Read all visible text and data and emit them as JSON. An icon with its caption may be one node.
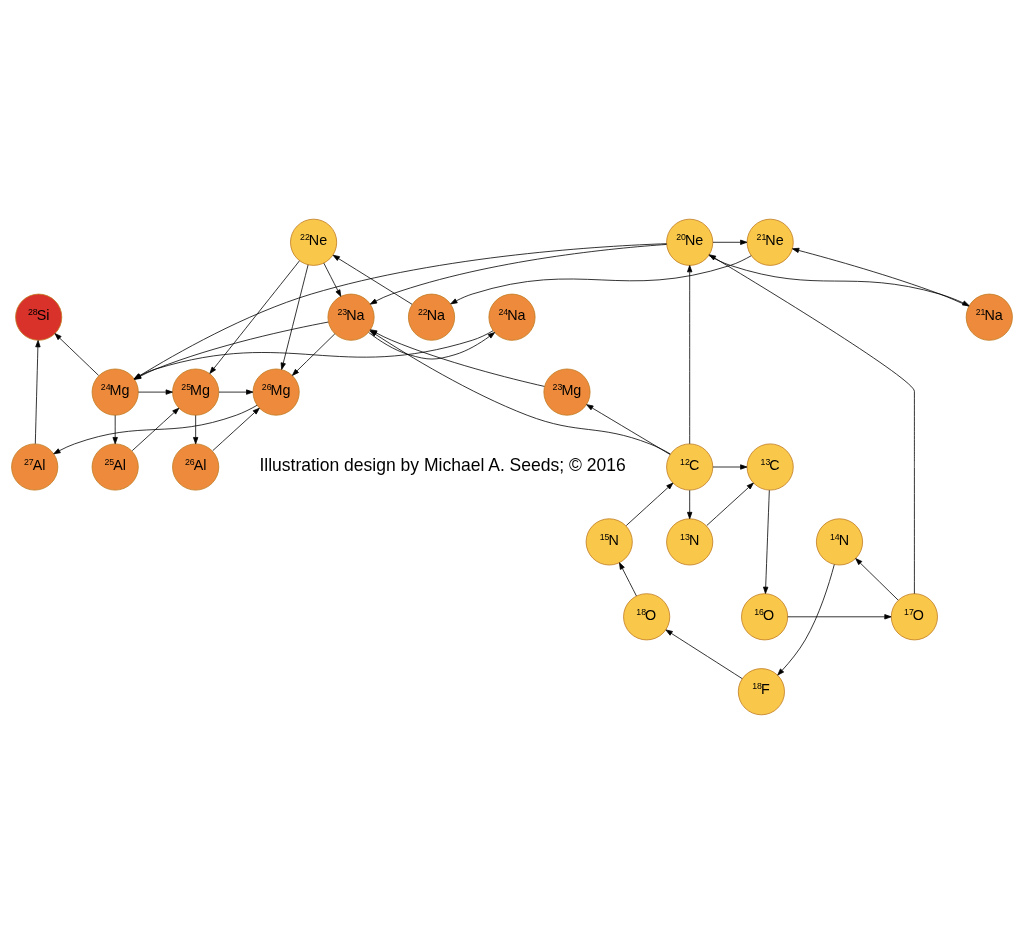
{
  "diagram": {
    "nodes": [
      {
        "text": [
          "$^{28}$Si"
        ]
      },
      {
        "text": [
          "$^{25}$Al"
        ]
      },
      {
        "text": [
          "$^{26}$Al"
        ]
      },
      {
        "text": [
          "$^{27}$Al"
        ]
      },
      {
        "text": [
          "$^{23}$Mg"
        ]
      },
      {
        "text": [
          "$^{24}$Mg"
        ]
      },
      {
        "text": [
          "$^{25}$Mg"
        ]
      },
      {
        "text": [
          "$^{26}$Mg"
        ]
      },
      {
        "text": [
          "$^{21}$Na"
        ]
      },
      {
        "text": [
          "$^{22}$Na"
        ]
      },
      {
        "text": [
          "$^{23}$Na"
        ]
      },
      {
        "text": [
          "$^{24}$Na"
        ]
      },
      {
        "text": [
          "$^{20}$Ne"
        ]
      },
      {
        "text": [
          "$^{21}$Ne"
        ]
      },
      {
        "text": [
          "$^{22}$Ne"
        ]
      },
      {
        "text": [
          "$^{18}$F"
        ]
      },
      {
        "text": [
          "$^{16}$O"
        ]
      },
      {
        "text": [
          "$^{17}$O"
        ]
      },
      {
        "text": [
          "$^{18}$O"
        ]
      },
      {
        "text": [
          "$^{13}$N"
        ]
      },
      {
        "text": [
          "$^{14}$N"
        ]
      },
      {
        "text": [
          "$^{15}$N"
        ]
      },
      {
        "text": [
          "$^{12}$C"
        ]
      },
      {
        "text": [
          "$^{13}$C"
        ]
      }
    ],
    "edges": [
      {
        "from": 22,
        "to": 19,
        "arrow": "to"
      },
      {
        "from": 22,
        "to": 23,
        "arrow": "to"
      },
      {
        "from": 19,
        "to": 23,
        "arrow": "to"
      },
      {
        "from": 23,
        "to": 16,
        "arrow": "to"
      },
      {
        "from": 16,
        "to": 17,
        "arrow": "to"
      },
      {
        "from": 17,
        "to": 20,
        "arrow": "to"
      },
      {
        "from": 20,
        "to": 15,
        "arrow": "to"
      },
      {
        "from": 15,
        "to": 18,
        "arrow": "to"
      },
      {
        "from": 18,
        "to": 21,
        "arrow": "to"
      },
      {
        "from": 21,
        "to": 22,
        "arrow": "to"
      },
      {
        "from": 17,
        "to": 12,
        "arrow": "to"
      },
      {
        "from": 22,
        "to": 12,
        "arrow": "to"
      },
      {
        "from": 22,
        "to": 10,
        "arrow": "to"
      },
      {
        "from": 22,
        "to": 4,
        "arrow": "to"
      },
      {
        "from": 12,
        "to": 8,
        "arrow": "to"
      },
      {
        "from": 12,
        "to": 13,
        "arrow": "to"
      },
      {
        "from": 8,
        "to": 13,
        "arrow": "to"
      },
      {
        "from": 13,
        "to": 9,
        "arrow": "to"
      },
      {
        "from": 9,
        "to": 14,
        "arrow": "to"
      },
      {
        "from": 12,
        "to": 5,
        "arrow": "to"
      },
      {
        "from": 12,
        "to": 10,
        "arrow": "to"
      },
      {
        "from": 14,
        "to": 10,
        "arrow": "to"
      },
      {
        "from": 14,
        "to": 6,
        "arrow": "to"
      },
      {
        "from": 14,
        "to": 7,
        "arrow": "to"
      },
      {
        "from": 4,
        "to": 10,
        "arrow": "to"
      },
      {
        "from": 10,
        "to": 5,
        "arrow": "to"
      },
      {
        "from": 10,
        "to": 11,
        "arrow": "to"
      },
      {
        "from": 10,
        "to": 7,
        "arrow": "to"
      },
      {
        "from": 11,
        "to": 5,
        "arrow": "to"
      },
      {
        "from": 5,
        "to": 1,
        "arrow": "to"
      },
      {
        "from": 5,
        "to": 6,
        "arrow": "to"
      },
      {
        "from": 5,
        "to": 0,
        "arrow": "to"
      },
      {
        "from": 1,
        "to": 6,
        "arrow": "to"
      },
      {
        "from": 6,
        "to": 2,
        "arrow": "to"
      },
      {
        "from": 6,
        "to": 7,
        "arrow": "to"
      },
      {
        "from": 2,
        "to": 7,
        "arrow": "to"
      },
      {
        "from": 7,
        "to": 3,
        "arrow": "to"
      },
      {
        "from": 3,
        "to": 0,
        "arrow": "to"
      }
    ],
    "labels": [
      "Illustration design by Michael A. Seeds; © 2016"
    ]
  }
}
